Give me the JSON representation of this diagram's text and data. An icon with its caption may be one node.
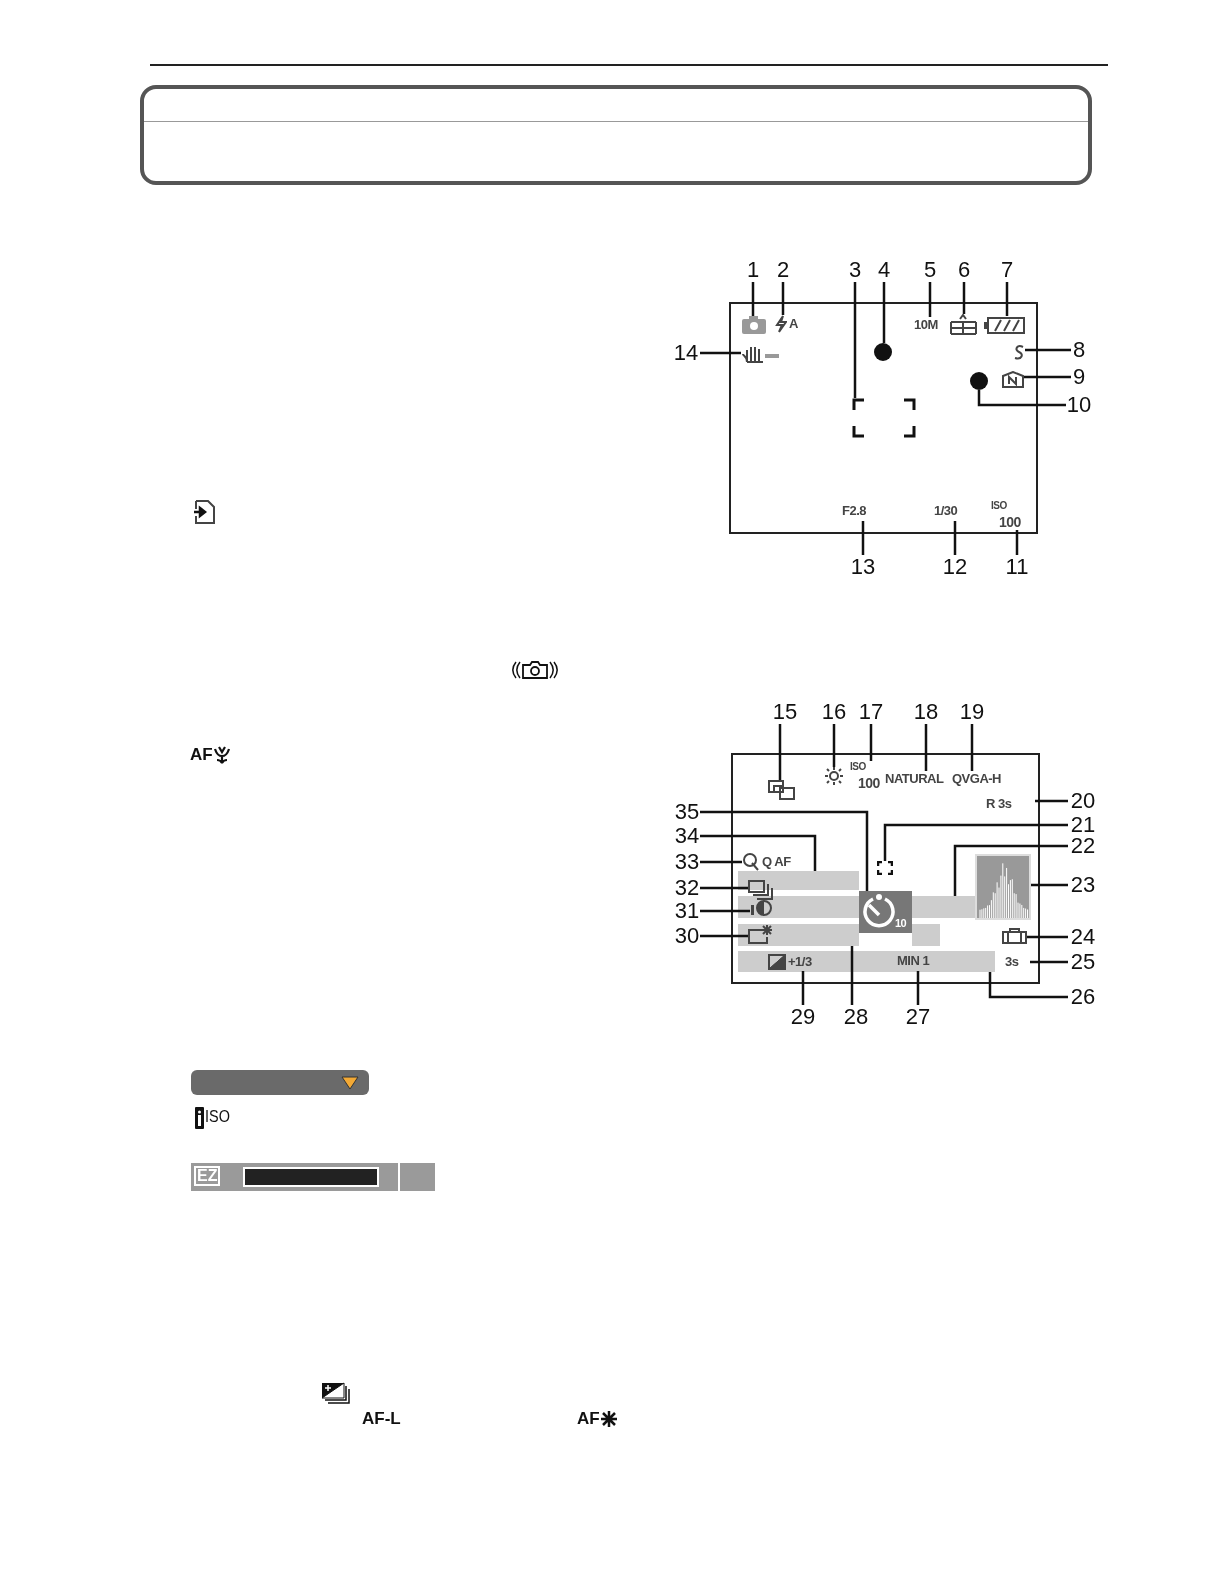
{
  "diagram": {
    "nodes": [
      {
        "text": [],
        "shape": "box"
      },
      {
        "text": [
          "1"
        ]
      },
      {
        "text": [],
        "shape": "icon",
        "in": 0
      },
      {
        "text": [
          "2"
        ]
      },
      {
        "text": [
          "A"
        ],
        "in": 0
      },
      {
        "text": [
          "3"
        ]
      },
      {
        "text": [],
        "shape": "box",
        "in": 0
      },
      {
        "text": [
          "4"
        ]
      },
      {
        "text": [],
        "shape": "circle",
        "in": 0
      },
      {
        "text": [
          "5"
        ]
      },
      {
        "text": [
          "10M"
        ],
        "in": 0
      },
      {
        "text": [
          "6"
        ]
      },
      {
        "text": [],
        "shape": "icon",
        "in": 0
      },
      {
        "text": [
          "7"
        ]
      },
      {
        "text": [],
        "shape": "icon",
        "in": 0
      },
      {
        "text": [
          "8"
        ]
      },
      {
        "text": [],
        "shape": "icon",
        "in": 0
      },
      {
        "text": [
          "9"
        ]
      },
      {
        "text": [],
        "shape": "icon",
        "in": 0
      },
      {
        "text": [
          "10"
        ]
      },
      {
        "text": [],
        "shape": "circle",
        "in": 0
      },
      {
        "text": [
          "11"
        ]
      },
      {
        "text": [
          "ISO",
          "100"
        ],
        "in": 0
      },
      {
        "text": [
          "12"
        ]
      },
      {
        "text": [
          "1/30"
        ],
        "in": 0
      },
      {
        "text": [
          "13"
        ]
      },
      {
        "text": [
          "F2.8"
        ],
        "in": 0
      },
      {
        "text": [
          "14"
        ]
      },
      {
        "text": [],
        "shape": "icon",
        "in": 0
      },
      {
        "text": [],
        "shape": "box"
      },
      {
        "text": [],
        "shape": "bar",
        "in": 29
      },
      {
        "text": [],
        "shape": "bar",
        "in": 29
      },
      {
        "text": [],
        "shape": "bar",
        "in": 29
      },
      {
        "text": [],
        "shape": "bar",
        "in": 29
      },
      {
        "text": [
          "15"
        ]
      },
      {
        "text": [],
        "shape": "icon",
        "in": 29
      },
      {
        "text": [
          "16"
        ]
      },
      {
        "text": [],
        "shape": "circle",
        "in": 29
      },
      {
        "text": [
          "17"
        ]
      },
      {
        "text": [
          "ISO",
          "100"
        ],
        "in": 29
      },
      {
        "text": [
          "18"
        ]
      },
      {
        "text": [
          "NATURAL"
        ],
        "in": 29
      },
      {
        "text": [
          "19"
        ]
      },
      {
        "text": [
          "QVGA-H"
        ],
        "in": 29
      },
      {
        "text": [
          "20"
        ]
      },
      {
        "text": [
          "R 3s"
        ],
        "in": 29
      },
      {
        "text": [
          "21"
        ]
      },
      {
        "text": [],
        "shape": "icon",
        "in": 29
      },
      {
        "text": [
          "22"
        ]
      },
      {
        "text": [
          "23"
        ]
      },
      {
        "text": [],
        "shape": "histogram",
        "in": 29
      },
      {
        "text": [
          "24"
        ]
      },
      {
        "text": [],
        "shape": "box",
        "in": 29
      },
      {
        "text": [
          "25"
        ]
      },
      {
        "text": [
          "3s"
        ],
        "in": 29
      },
      {
        "text": [
          "26"
        ]
      },
      {
        "text": [
          "27"
        ]
      },
      {
        "text": [
          "MIN 1"
        ],
        "in": 33
      },
      {
        "text": [
          "28"
        ]
      },
      {
        "text": [
          "29"
        ]
      },
      {
        "text": [
          "+1/3"
        ],
        "in": 33
      },
      {
        "text": [
          "30"
        ]
      },
      {
        "text": [],
        "shape": "icon",
        "in": 32
      },
      {
        "text": [
          "31"
        ]
      },
      {
        "text": [],
        "shape": "icon",
        "in": 31
      },
      {
        "text": [
          "32"
        ]
      },
      {
        "text": [],
        "shape": "icon",
        "in": 29
      },
      {
        "text": [
          "33"
        ]
      },
      {
        "text": [
          "Q AF"
        ],
        "in": 29
      },
      {
        "text": [
          "34"
        ]
      },
      {
        "text": [
          "35"
        ]
      },
      {
        "text": [
          "10"
        ],
        "in": 29
      },
      {
        "text": [],
        "shape": "bar",
        "in": 29
      },
      {
        "text": [],
        "shape": "bar",
        "in": 29
      }
    ],
    "edges": [
      {
        "from": 1,
        "to": 2,
        "arrow": "none"
      },
      {
        "from": 3,
        "to": 4,
        "arrow": "none"
      },
      {
        "from": 5,
        "to": 6,
        "arrow": "none"
      },
      {
        "from": 7,
        "to": 8,
        "arrow": "none"
      },
      {
        "from": 9,
        "to": 10,
        "arrow": "none"
      },
      {
        "from": 11,
        "to": 12,
        "arrow": "none"
      },
      {
        "from": 13,
        "to": 14,
        "arrow": "none"
      },
      {
        "from": 15,
        "to": 16,
        "arrow": "none"
      },
      {
        "from": 17,
        "to": 18,
        "arrow": "none"
      },
      {
        "from": 19,
        "to": 20,
        "arrow": "none"
      },
      {
        "from": 21,
        "to": 22,
        "arrow": "none"
      },
      {
        "from": 23,
        "to": 24,
        "arrow": "none"
      },
      {
        "from": 25,
        "to": 26,
        "arrow": "none"
      },
      {
        "from": 27,
        "to": 28,
        "arrow": "none"
      },
      {
        "from": 34,
        "to": 35,
        "arrow": "none"
      },
      {
        "from": 36,
        "to": 37,
        "arrow": "none"
      },
      {
        "from": 38,
        "to": 39,
        "arrow": "none"
      },
      {
        "from": 40,
        "to": 41,
        "arrow": "none"
      },
      {
        "from": 42,
        "to": 43,
        "arrow": "none"
      },
      {
        "from": 44,
        "to": 45,
        "arrow": "none"
      },
      {
        "from": 46,
        "to": 47,
        "arrow": "none"
      },
      {
        "from": 48,
        "to": 72,
        "arrow": "none"
      },
      {
        "from": 49,
        "to": 50,
        "arrow": "none"
      },
      {
        "from": 51,
        "to": 52,
        "arrow": "none"
      },
      {
        "from": 53,
        "to": 54,
        "arrow": "none"
      },
      {
        "from": 55,
        "to": 33,
        "arrow": "none"
      },
      {
        "from": 56,
        "to": 57,
        "arrow": "none"
      },
      {
        "from": 58,
        "to": 32,
        "arrow": "none"
      },
      {
        "from": 59,
        "to": 60,
        "arrow": "none"
      },
      {
        "from": 61,
        "to": 62,
        "arrow": "none"
      },
      {
        "from": 63,
        "to": 64,
        "arrow": "none"
      },
      {
        "from": 65,
        "to": 66,
        "arrow": "none"
      },
      {
        "from": 67,
        "to": 68,
        "arrow": "none"
      },
      {
        "from": 69,
        "to": 30,
        "arrow": "none"
      },
      {
        "from": 70,
        "to": 71,
        "arrow": "none"
      }
    ],
    "labels": [
      "AF",
      "ISO",
      "EZ",
      "AF-L",
      "AF"
    ]
  }
}
